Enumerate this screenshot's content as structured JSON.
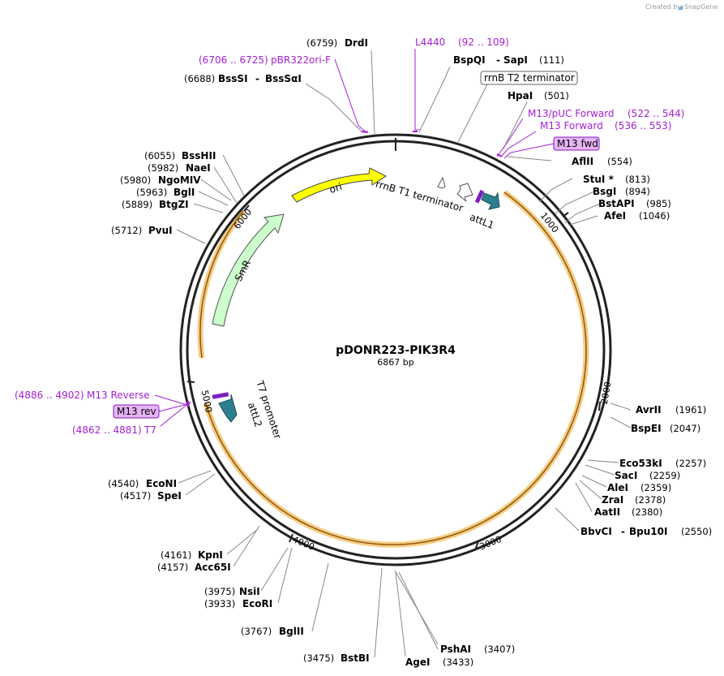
{
  "credit": {
    "text": "Created by",
    "brand": "SnapGene"
  },
  "plasmid": {
    "name": "pDONR223-PIK3R4",
    "length_label": "6867 bp",
    "length": 6867
  },
  "ruler": [
    "1000",
    "2000",
    "3000",
    "4000",
    "5000",
    "6000"
  ],
  "features": {
    "ori": "ori",
    "smr": "SmR",
    "rrnb_t1": "rrnB T1 terminator",
    "rrnb_t2": "rrnB T2 terminator",
    "attl1": "attL1",
    "attl2": "attL2",
    "t7_promoter": "T7 promoter"
  },
  "enzymes": [
    {
      "id": "drdi",
      "name": "DrdI",
      "pos": "(6759)"
    },
    {
      "id": "bspqi",
      "name": "BspQI",
      "name2": "SapI",
      "pos": "(111)"
    },
    {
      "id": "bsssi",
      "name": "BssSI",
      "name2": "BssSαI",
      "pos": "(6688)"
    },
    {
      "id": "hpai",
      "name": "HpaI",
      "pos": "(501)"
    },
    {
      "id": "aflii",
      "name": "AflII",
      "pos": "(554)"
    },
    {
      "id": "stui",
      "name": "StuI *",
      "pos": "(813)"
    },
    {
      "id": "bsgi",
      "name": "BsgI",
      "pos": "(894)"
    },
    {
      "id": "bstapi",
      "name": "BstAPI",
      "pos": "(985)"
    },
    {
      "id": "afei",
      "name": "AfeI",
      "pos": "(1046)"
    },
    {
      "id": "bsshii",
      "name": "BssHII",
      "pos": "(6055)"
    },
    {
      "id": "naei",
      "name": "NaeI",
      "pos": "(5982)"
    },
    {
      "id": "ngomiv",
      "name": "NgoMIV",
      "pos": "(5980)"
    },
    {
      "id": "bgli",
      "name": "BglI",
      "pos": "(5963)"
    },
    {
      "id": "btgzi",
      "name": "BtgZI",
      "pos": "(5889)"
    },
    {
      "id": "pvui",
      "name": "PvuI",
      "pos": "(5712)"
    },
    {
      "id": "avrii",
      "name": "AvrII",
      "pos": "(1961)"
    },
    {
      "id": "bspei",
      "name": "BspEI",
      "pos": "(2047)"
    },
    {
      "id": "eco53ki",
      "name": "Eco53kI",
      "pos": "(2257)"
    },
    {
      "id": "saci",
      "name": "SacI",
      "pos": "(2259)"
    },
    {
      "id": "alei",
      "name": "AleI",
      "pos": "(2359)"
    },
    {
      "id": "zrai",
      "name": "ZraI",
      "pos": "(2378)"
    },
    {
      "id": "aatii",
      "name": "AatII",
      "pos": "(2380)"
    },
    {
      "id": "bbvci",
      "name": "BbvCI",
      "name2": "Bpu10I",
      "pos": "(2550)"
    },
    {
      "id": "econi",
      "name": "EcoNI",
      "pos": "(4540)"
    },
    {
      "id": "spei",
      "name": "SpeI",
      "pos": "(4517)"
    },
    {
      "id": "kpni",
      "name": "KpnI",
      "pos": "(4161)"
    },
    {
      "id": "acc65i",
      "name": "Acc65I",
      "pos": "(4157)"
    },
    {
      "id": "nsii",
      "name": "NsiI",
      "pos": "(3975)"
    },
    {
      "id": "ecori",
      "name": "EcoRI",
      "pos": "(3933)"
    },
    {
      "id": "bglii",
      "name": "BglII",
      "pos": "(3767)"
    },
    {
      "id": "bstbi",
      "name": "BstBI",
      "pos": "(3475)"
    },
    {
      "id": "agei",
      "name": "AgeI",
      "pos": "(3433)"
    },
    {
      "id": "pshai",
      "name": "PshAI",
      "pos": "(3407)"
    }
  ],
  "primers": [
    {
      "id": "l4440",
      "name": "L4440",
      "range": "(92 .. 109)"
    },
    {
      "id": "pbr322ori",
      "name": "pBR322ori-F",
      "range": "(6706 .. 6725)"
    },
    {
      "id": "m13puc",
      "name": "M13/pUC Forward",
      "range": "(522 .. 544)"
    },
    {
      "id": "m13fwd",
      "name": "M13 Forward",
      "range": "(536 .. 553)"
    },
    {
      "id": "m13fwdbox",
      "name": "M13 fwd"
    },
    {
      "id": "m13reverse",
      "name": "M13 Reverse",
      "range": "(4886 .. 4902)"
    },
    {
      "id": "m13revbox",
      "name": "M13 rev"
    },
    {
      "id": "t7",
      "name": "T7",
      "range": "(4862 .. 4881)"
    }
  ],
  "colors": {
    "backbone": "#222222",
    "orf_highlight": "#f5c26b",
    "orf_line": "#8a5a12",
    "ori": "#ffff00",
    "smr": "#ccffcc",
    "attl": "#2d7f8f",
    "primer": "#a41fd2",
    "primer_box": "#e6b3f5"
  }
}
